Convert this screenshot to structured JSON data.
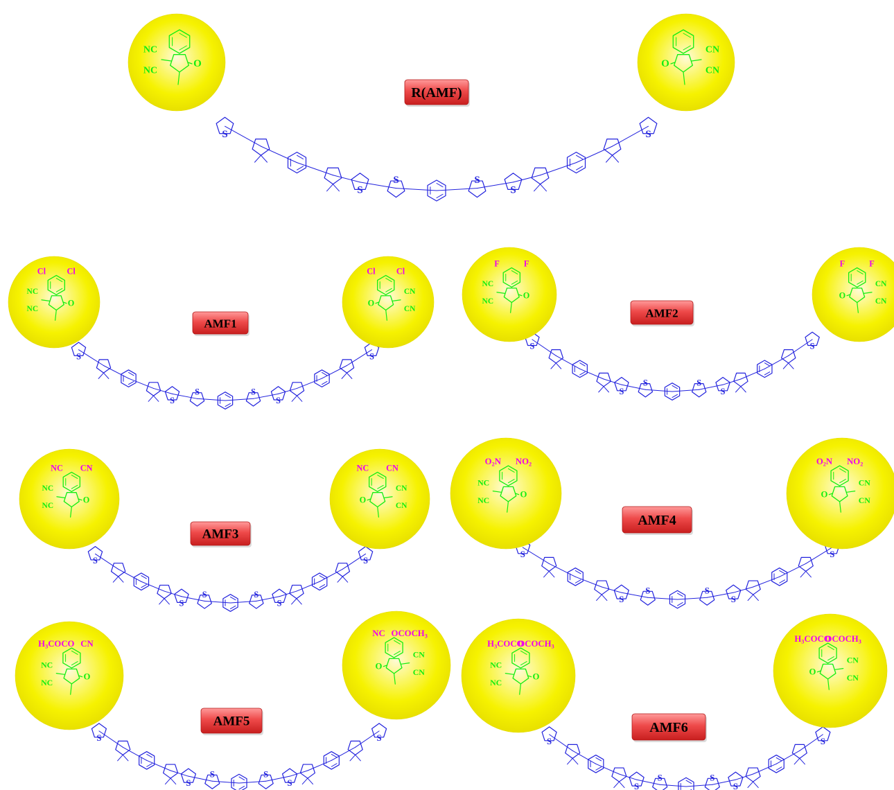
{
  "colors": {
    "core": "#2222dd",
    "end_group": "#11ee11",
    "substituent": "#ee00ee",
    "circle_fill": "#f7f700",
    "circle_glow": "#fffbd0",
    "badge": "#e83a3a"
  },
  "atoms": {
    "sulfur": "S",
    "oxygen": "O",
    "nc": "NC",
    "cn": "CN"
  },
  "molecules": [
    {
      "id": "ref",
      "label": "R(AMF)",
      "left": "",
      "right": ""
    },
    {
      "id": "amf1",
      "label": "AMF1",
      "left": "Cl",
      "right": "Cl"
    },
    {
      "id": "amf2",
      "label": "AMF2",
      "left": "F",
      "right": "F"
    },
    {
      "id": "amf3",
      "label": "AMF3",
      "left": "NC",
      "right": "CN"
    },
    {
      "id": "amf4",
      "label": "AMF4",
      "left": "O2N",
      "right": "NO2"
    },
    {
      "id": "amf5",
      "label": "AMF5",
      "left": "H3COCO",
      "right": "CN",
      "left_mirror": "NC",
      "right_mirror": "OCOCH3"
    },
    {
      "id": "amf6",
      "label": "AMF6",
      "left": "H3COCO",
      "right": "OCOCH3"
    }
  ]
}
